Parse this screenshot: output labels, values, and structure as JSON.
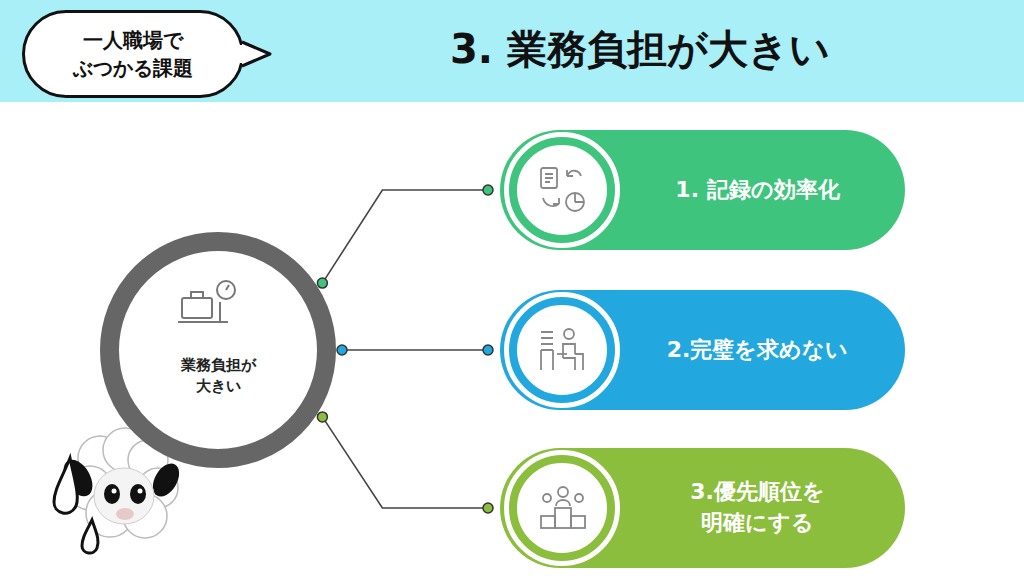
{
  "diagram": {
    "title": "3. 業務負担が大きい",
    "nodes": [
      {
        "text": [
          "一人職場で ぶつかる課題"
        ]
      },
      {
        "text": [
          "業務負担が 大きい"
        ]
      },
      {
        "text": [
          "1. 記録の効率化"
        ]
      },
      {
        "text": [
          "2.完璧を求めない"
        ]
      },
      {
        "text": [
          "3.優先順位を 明確にする"
        ]
      }
    ],
    "edges": [
      {
        "from": 1,
        "to": 2,
        "arrow": "none"
      },
      {
        "from": 1,
        "to": 3,
        "arrow": "none"
      },
      {
        "from": 1,
        "to": 4,
        "arrow": "none"
      }
    ]
  }
}
